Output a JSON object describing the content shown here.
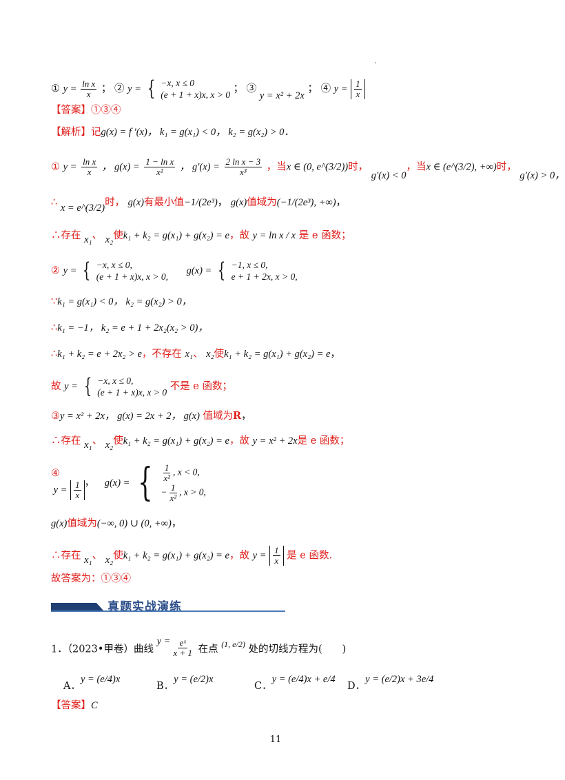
{
  "question": {
    "prefix1": "①",
    "y1": "y = ",
    "f1n": "ln x",
    "f1d": "x",
    "sep1": "；",
    "prefix2": "②",
    "y2": "y =",
    "case2a": "−x, x ≤ 0",
    "case2b": "(e + 1 + x)x, x > 0",
    "sep2": "；",
    "prefix3": "③",
    "f3": "y = x² + 2x",
    "sep3": "；",
    "prefix4": "④",
    "y4": "y =",
    "f4n": "1",
    "f4d": "x"
  },
  "answer": {
    "label": "【答案】",
    "value": "①③④"
  },
  "analysis": {
    "label": "【解析】",
    "intro_text": "记",
    "intro_math": "g(x) = f ′(x)， k₁ = g(x₁) < 0， k₂ = g(x₂) > 0．",
    "l1": {
      "num": "①",
      "y": "y =",
      "yn": "ln x",
      "yd": "x",
      "g": "， g(x) =",
      "gn": "1 − ln x",
      "gd": "x²",
      "gp": "， g′(x) =",
      "gpn": "2 ln x − 3",
      "gpd": "x³",
      "when1": "，当",
      "int1": "x ∈ (0, e^(3/2))",
      "shi1": "时，",
      "ineq1": "g′(x) < 0",
      "when2": "，当",
      "int2": "x ∈ (e^(3/2), +∞)",
      "shi2": "时，",
      "ineq2": "g′(x) > 0，"
    },
    "l2": {
      "therefore": "∴",
      "x": "x = e^(3/2)",
      "shi": "时，",
      "g": "g(x)",
      "min": "有最小值",
      "minval": "−1/(2e³)",
      "comma": "，",
      "g2": "g(x)",
      "range": "值域为",
      "rangeval": "(−1/(2e³), +∞)",
      "end": "，"
    },
    "l3": {
      "text1": "∴存在",
      "x1": "x₁",
      "dun": "、",
      "x2": "x₂",
      "shi": "使",
      "eq": "k₁ + k₂ = g(x₁) + g(x₂) = e",
      "gu": "，故",
      "y": "y = ln x / x",
      "is": "是 e 函数；"
    },
    "l4": {
      "num": "②",
      "y": "y =",
      "ca": "−x, x ≤ 0,",
      "cb": "(e + 1 + x)x, x > 0,",
      "g": "g(x) =",
      "ga": "−1, x ≤ 0,",
      "gb": "e + 1 + 2x, x > 0,"
    },
    "l5": {
      "because": "∵",
      "text": "k₁ = g(x₁) < 0， k₂ = g(x₂) > 0，"
    },
    "l6": {
      "therefore": "∴",
      "text": "k₁ = −1， k₂ = e + 1 + 2x₂(x₂ > 0)，"
    },
    "l7": {
      "therefore": "∴",
      "eq": "k₁ + k₂ = e + 2x₂ > e",
      "not": "，不存在",
      "x1": "x₁",
      "dun": "、",
      "x2": "x₂",
      "shi": "使",
      "eq2": "k₁ + k₂ = g(x₁) + g(x₂) = e",
      "end": "，"
    },
    "l8": {
      "gu": "故",
      "y": "y =",
      "ca": "−x, x ≤ 0,",
      "cb": "(e + 1 + x)x, x > 0",
      "not": "不是 e 函数；"
    },
    "l9": {
      "num": "③",
      "y": "y = x² + 2x",
      "g": "， g(x) = 2x + 2",
      "g2": "， g(x)",
      "range": "值域为",
      "R": "R",
      "end": "，"
    },
    "l10": {
      "text1": "∴存在",
      "x1": "x₁",
      "dun": "、",
      "x2": "x₂",
      "shi": "使",
      "eq": "k₁ + k₂ = g(x₁) + g(x₂) = e",
      "gu": "，故",
      "y": "y = x² + 2x",
      "is": "是 e 函数；"
    },
    "l11": {
      "num": "④",
      "y": "y =",
      "yn": "1",
      "yd": "x",
      "comma": "，",
      "g": "g(x) =",
      "ga_n": "1",
      "ga_d": "x²",
      "ga_c": ", x < 0,",
      "gb_s": "−",
      "gb_n": "1",
      "gb_d": "x²",
      "gb_c": ", x > 0,"
    },
    "l12": {
      "g": "g(x)",
      "range": "值域为",
      "val": "(−∞, 0) ∪ (0, +∞)",
      "end": "，"
    },
    "l13": {
      "text1": "∴存在",
      "x1": "x₁",
      "dun": "、",
      "x2": "x₂",
      "shi": "使",
      "eq": "k₁ + k₂ = g(x₁) + g(x₂) = e",
      "gu": "，故",
      "y": "y =",
      "yn": "1",
      "yd": "x",
      "is": "是 e 函数."
    },
    "final": "故答案为：①③④"
  },
  "section": {
    "title": "真题实战演练"
  },
  "problem": {
    "num": "1．",
    "src": "（2023•甲卷）曲线",
    "y": "y =",
    "yn": "eˣ",
    "yd": "x + 1",
    "at": "在点",
    "pt": "(1, e/2)",
    "tail": "处的切线方程为(　　)",
    "options": [
      {
        "label": "A．",
        "math": "y = (e/4)x"
      },
      {
        "label": "B．",
        "math": "y = (e/2)x"
      },
      {
        "label": "C．",
        "math": "y = (e/4)x + e/4"
      },
      {
        "label": "D．",
        "math": "y = (e/2)x + 3e/4"
      }
    ],
    "answer_label": "【答案】",
    "answer": "C"
  },
  "page_number": "11"
}
